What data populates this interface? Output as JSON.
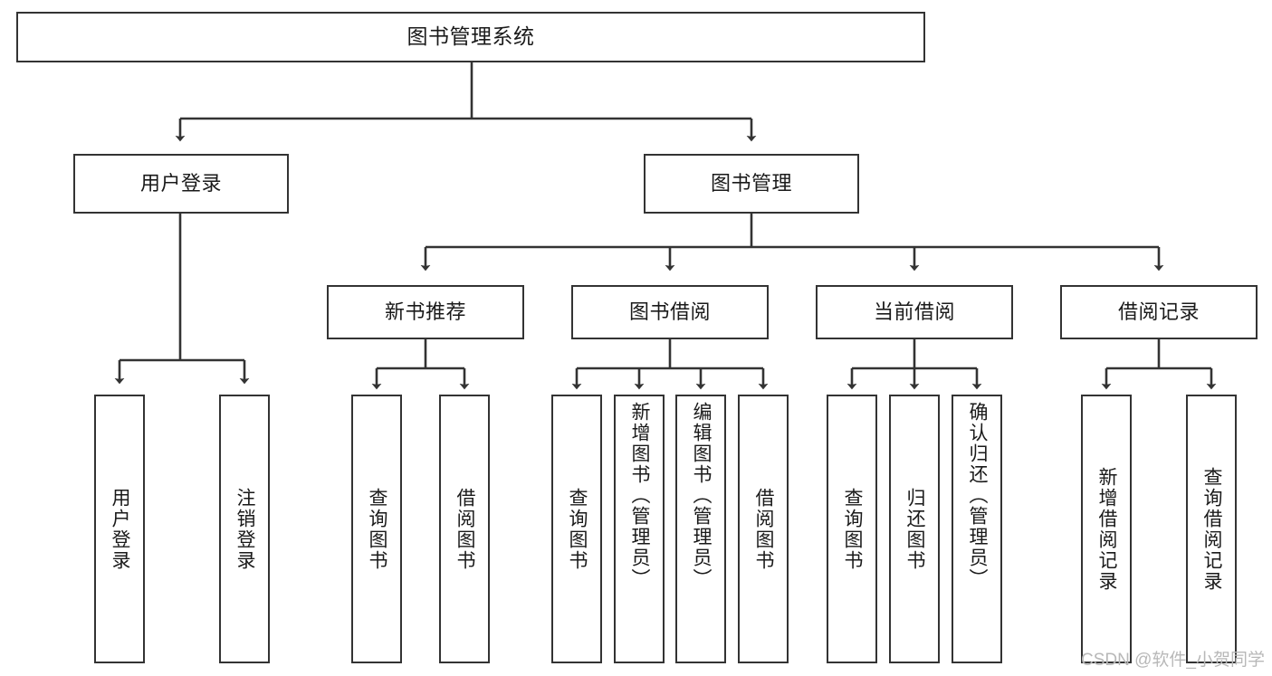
{
  "diagram": {
    "title": "图书管理系统",
    "type": "hierarchy-tree",
    "orientation": "top-down",
    "colors": {
      "box_border": "#333333",
      "box_fill": "#ffffff",
      "connector": "#333333",
      "text": "#1a1a1a",
      "watermark": "#b8b8b8",
      "background": "#ffffff"
    },
    "root": {
      "label": "图书管理系统",
      "level": 0
    },
    "level1": [
      {
        "label": "用户登录",
        "level": 1
      },
      {
        "label": "图书管理",
        "level": 1
      }
    ],
    "level2": [
      {
        "label": "新书推荐",
        "level": 2,
        "parent": "图书管理"
      },
      {
        "label": "图书借阅",
        "level": 2,
        "parent": "图书管理"
      },
      {
        "label": "当前借阅",
        "level": 2,
        "parent": "图书管理"
      },
      {
        "label": "借阅记录",
        "level": 2,
        "parent": "图书管理"
      }
    ],
    "leaves": [
      {
        "label": "用户登录",
        "parent": "用户登录",
        "group": "user-login"
      },
      {
        "label": "注销登录",
        "parent": "用户登录",
        "group": "user-login"
      },
      {
        "label": "查询图书",
        "parent": "新书推荐",
        "group": "new-book-recommend"
      },
      {
        "label": "借阅图书",
        "parent": "新书推荐",
        "group": "new-book-recommend"
      },
      {
        "label": "查询图书",
        "parent": "图书借阅",
        "group": "book-borrow"
      },
      {
        "label": "新增图书（管理员）",
        "parent": "图书借阅",
        "group": "book-borrow"
      },
      {
        "label": "编辑图书（管理员）",
        "parent": "图书借阅",
        "group": "book-borrow"
      },
      {
        "label": "借阅图书",
        "parent": "图书借阅",
        "group": "book-borrow"
      },
      {
        "label": "查询图书",
        "parent": "当前借阅",
        "group": "current-borrow"
      },
      {
        "label": "归还图书",
        "parent": "当前借阅",
        "group": "current-borrow"
      },
      {
        "label": "确认归还（管理员）",
        "parent": "当前借阅",
        "group": "current-borrow"
      },
      {
        "label": "新增借阅记录",
        "parent": "借阅记录",
        "group": "borrow-record"
      },
      {
        "label": "查询借阅记录",
        "parent": "借阅记录",
        "group": "borrow-record"
      }
    ]
  },
  "watermark": {
    "text": "CSDN @软件_小贺同学"
  }
}
